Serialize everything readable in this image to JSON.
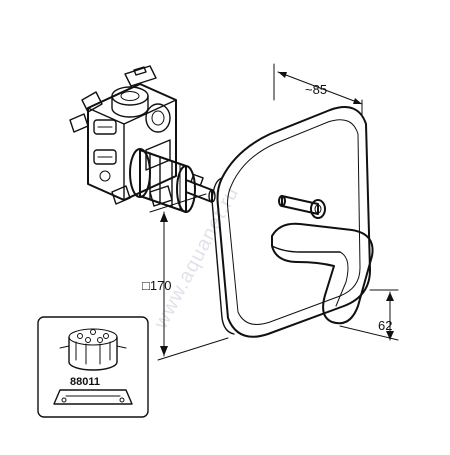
{
  "watermark": "www.aquanet.ru",
  "dimensions": {
    "depth": "~85",
    "plate": "□170",
    "lever": "62"
  },
  "inset": {
    "part_number": "88011"
  }
}
